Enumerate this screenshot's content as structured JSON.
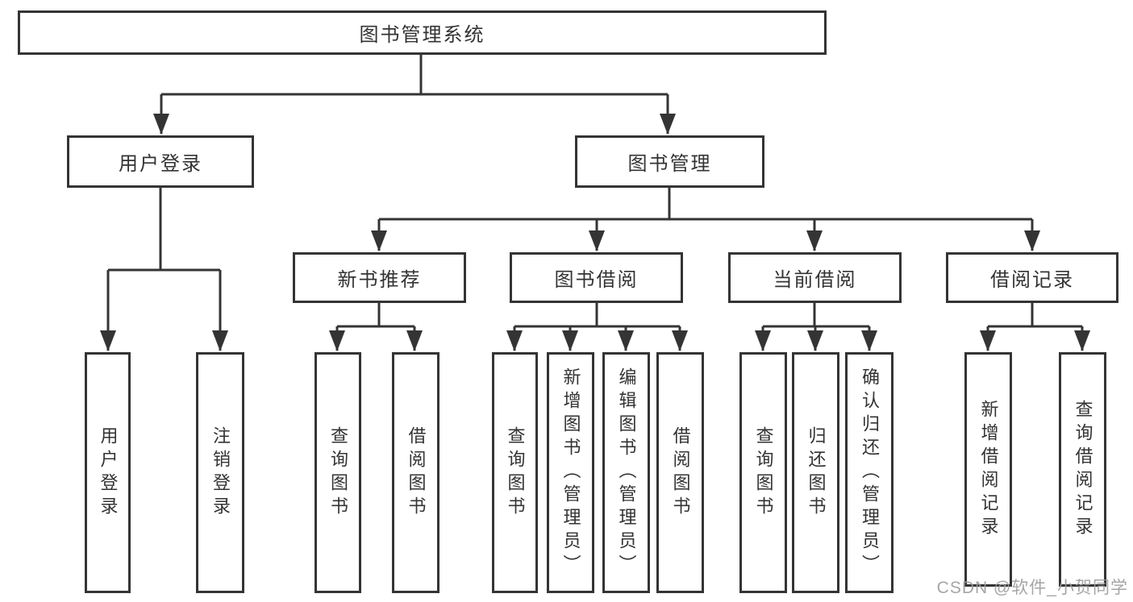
{
  "diagram": {
    "root": {
      "label": "图书管理系统",
      "children": [
        {
          "label": "用户登录",
          "children": [
            {
              "label": "用户登录"
            },
            {
              "label": "注销登录"
            }
          ]
        },
        {
          "label": "图书管理",
          "children": [
            {
              "label": "新书推荐",
              "children": [
                {
                  "label": "查询图书"
                },
                {
                  "label": "借阅图书"
                }
              ]
            },
            {
              "label": "图书借阅",
              "children": [
                {
                  "label": "查询图书"
                },
                {
                  "label": "新增图书（管理员）"
                },
                {
                  "label": "编辑图书（管理员）"
                },
                {
                  "label": "借阅图书"
                }
              ]
            },
            {
              "label": "当前借阅",
              "children": [
                {
                  "label": "查询图书"
                },
                {
                  "label": "归还图书"
                },
                {
                  "label": "确认归还（管理员）"
                }
              ]
            },
            {
              "label": "借阅记录",
              "children": [
                {
                  "label": "新增借阅记录"
                },
                {
                  "label": "查询借阅记录"
                }
              ]
            }
          ]
        }
      ]
    },
    "colors": {
      "line": "#343434",
      "text": "#333333",
      "watermark": "#9c9c9c",
      "background": "#ffffff"
    }
  },
  "watermark": {
    "text": "CSDN @软件_小贺同学"
  }
}
